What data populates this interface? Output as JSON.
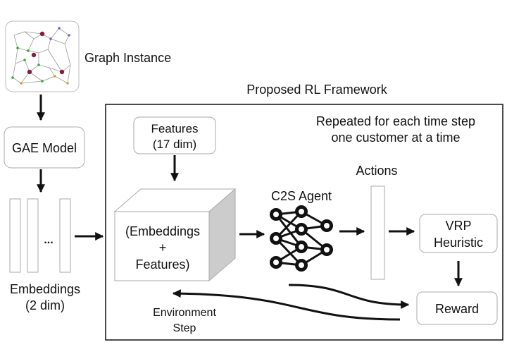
{
  "graph_instance": {
    "label": "Graph Instance"
  },
  "gae_model": {
    "label": "GAE Model"
  },
  "embeddings": {
    "ellipsis": "...",
    "label_line1": "Embeddings",
    "label_line2": "(2 dim)"
  },
  "framework": {
    "title": "Proposed RL Framework",
    "note_line1": "Repeated for each time step",
    "note_line2": "one customer at a time"
  },
  "features": {
    "line1": "Features",
    "line2": "(17 dim)"
  },
  "state_cube": {
    "line1": "(Embeddings",
    "line2": "+",
    "line3": "Features)"
  },
  "agent": {
    "label": "C2S Agent"
  },
  "actions": {
    "label": "Actions"
  },
  "vrp_heuristic": {
    "line1": "VRP",
    "line2": "Heuristic"
  },
  "reward": {
    "label": "Reward"
  },
  "environment_step": {
    "line1": "Environment",
    "line2": "Step"
  },
  "colors": {
    "line": "#111111",
    "box_border": "#aaaaaa",
    "cube_side": "#cccccc",
    "frame": "#111111"
  }
}
